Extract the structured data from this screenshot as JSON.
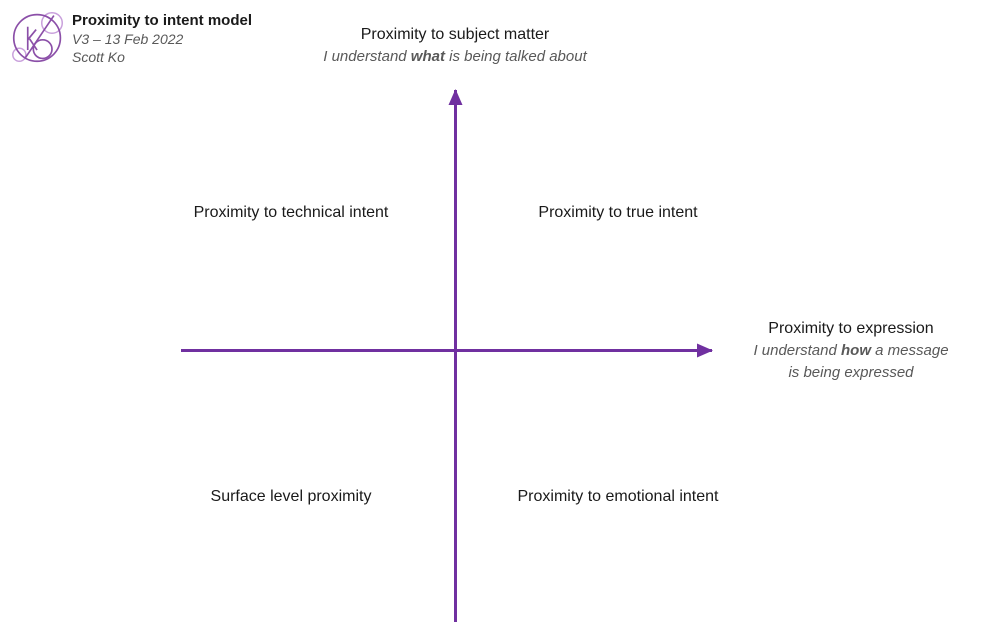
{
  "header": {
    "title": "Proximity to intent model",
    "version": "V3 – 13 Feb 2022",
    "author": "Scott Ko",
    "logo": "scott-ko-monogram"
  },
  "axes": {
    "vertical": {
      "title": "Proximity to subject matter",
      "subtitle_pre": "I understand ",
      "subtitle_bold": "what",
      "subtitle_post": " is being talked about"
    },
    "horizontal": {
      "title": "Proximity to expression",
      "subtitle_pre": "I understand ",
      "subtitle_bold": "how",
      "subtitle_post": " a message",
      "subtitle_line2": "is being expressed"
    }
  },
  "quadrants": {
    "top_left": "Proximity to technical intent",
    "top_right": "Proximity to true intent",
    "bottom_left": "Surface level proximity",
    "bottom_right": "Proximity to emotional intent"
  },
  "colors": {
    "axis_color": "#7030a0",
    "logo_color": "#8b4fa8",
    "logo_color_light": "#c9a0dc",
    "text_color": "#1a1a1a",
    "muted_color": "#595959"
  }
}
